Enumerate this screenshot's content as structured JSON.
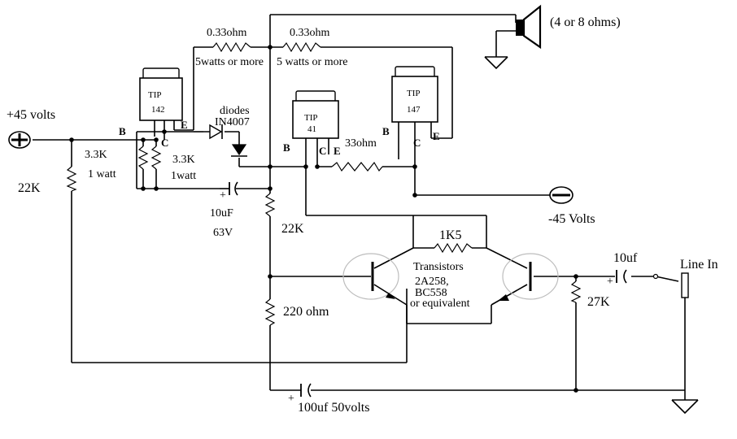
{
  "labels": {
    "supply_pos": "+45 volts",
    "supply_neg": "-45 Volts",
    "speaker": "(4 or 8 ohms)",
    "r_emit_left_value": "0.33ohm",
    "r_emit_left_power": "5watts or more",
    "r_emit_right_value": "0.33ohm",
    "r_emit_right_power": "5 watts or more",
    "diodes_title": "diodes",
    "diodes_part": "IN4007",
    "r_3k3_a_value": "3.3K",
    "r_3k3_a_power": "1 watt",
    "r_3k3_b_value": "3.3K",
    "r_3k3_b_power": "1watt",
    "r_22k_left": "22K",
    "r_22k_mid": "22K",
    "cap_10uf_value": "10uF",
    "cap_10uf_voltage": "63V",
    "r_33ohm": "33ohm",
    "r_1k5": "1K5",
    "transistors_title": "Transistors",
    "transistors_part1": "2A258,",
    "transistors_part2": "BC558",
    "transistors_part3": "or equivalent",
    "r_220": "220 ohm",
    "cap_in_value": "10uf",
    "line_in": "Line In",
    "r_27k": "27K",
    "cap_100uf": "100uf  50volts"
  },
  "devices": {
    "tip142": {
      "name": "TIP",
      "num": "142"
    },
    "tip41": {
      "name": "TIP",
      "num": "41"
    },
    "tip147": {
      "name": "TIP",
      "num": "147"
    }
  },
  "pins": {
    "b": "B",
    "c": "C",
    "e": "E"
  },
  "symbols": {
    "plus": "+"
  }
}
